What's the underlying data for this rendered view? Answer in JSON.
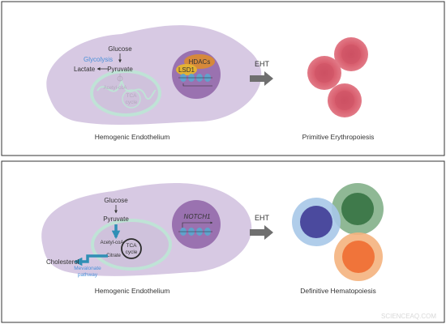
{
  "panels": [
    {
      "cell_label": "Hemogenic Endothelium",
      "glucose": "Glucose",
      "glycolysis": "Glycolysis",
      "lactate": "Lactate",
      "pyruvate": "Pyruvate",
      "acetyl": "Acetyl-coA",
      "tca1": "TCA",
      "tca2": "cycle",
      "hdac": "HDACs",
      "lsd1": "LSD1",
      "eht": "EHT",
      "outcome": "Primitive Erythropoiesis"
    },
    {
      "cell_label": "Hemogenic Endothelium",
      "glucose": "Glucose",
      "pyruvate": "Pyruvate",
      "acetyl": "Acetyl-coA",
      "citrate": "Citrate",
      "tca1": "TCA",
      "tca2": "cycle",
      "cholesterol": "Cholesterol",
      "mevalonate1": "Mevalonate",
      "mevalonate2": "pathway",
      "notch": "NOTCH1",
      "eht": "EHT",
      "outcome": "Definitive Hematopoiesis"
    }
  ],
  "watermark": "SCIENCEAQ.COM",
  "colors": {
    "cell": "#d7c9e3",
    "nucleus": "#9a72b0",
    "mito_stroke": "#bfe3d6",
    "glycolysis": "#4a90d9",
    "blue_arrow": "#2f8fb5",
    "hdac": "#d6893a",
    "lsd1": "#e3b233",
    "rbc": "#d95f6f",
    "blue_cell": "#4b4a9e",
    "green_cell": "#3f7a4b",
    "orange_cell": "#f0743a"
  }
}
